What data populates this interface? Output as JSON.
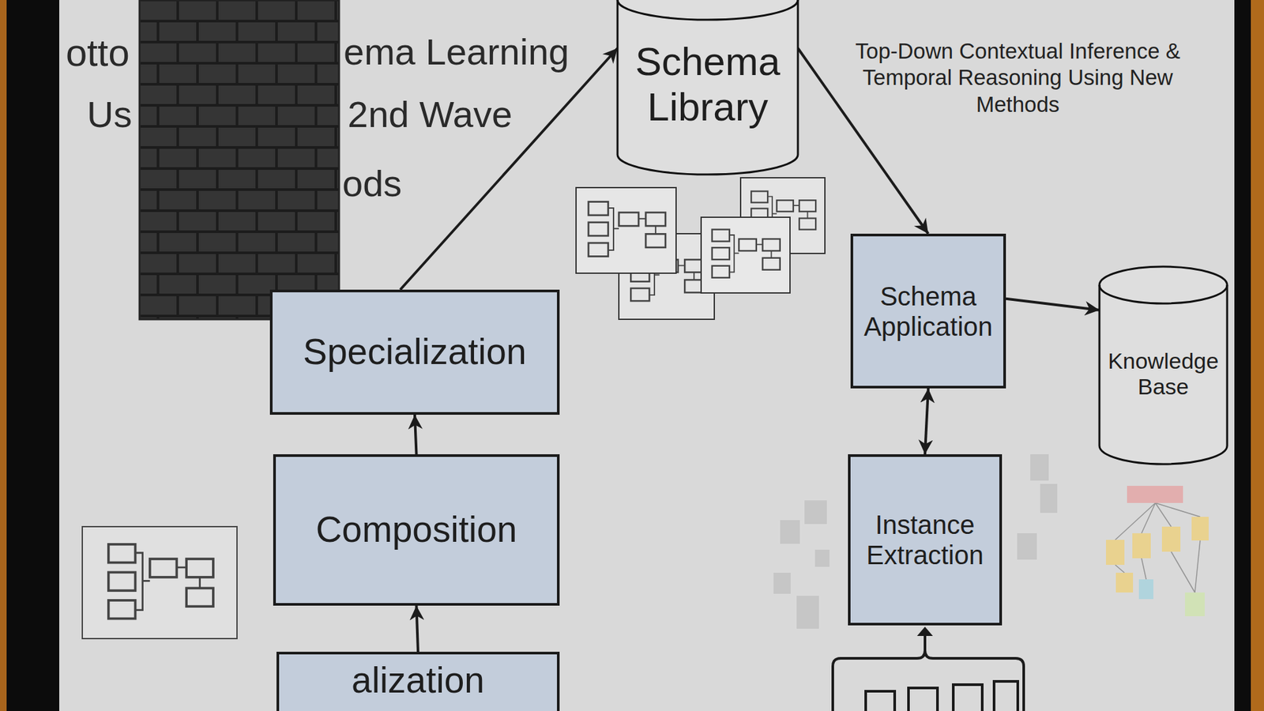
{
  "diagram": {
    "nodes": [
      {
        "text": [
          "Schema Library"
        ]
      },
      {
        "text": [
          "Specialization"
        ]
      },
      {
        "text": [
          "Composition"
        ]
      },
      {
        "text": [
          "alization"
        ]
      },
      {
        "text": [
          "Schema Application"
        ]
      },
      {
        "text": [
          "Knowledge Base"
        ]
      },
      {
        "text": [
          "Instance Extraction"
        ]
      }
    ],
    "edges": [
      {
        "from": 1,
        "to": 0,
        "arrow": "to"
      },
      {
        "from": 0,
        "to": 4,
        "arrow": "to",
        "label": "Top-Down Contextual Inference & Temporal Reasoning Using New Methods"
      },
      {
        "from": 2,
        "to": 1,
        "arrow": "to"
      },
      {
        "from": 3,
        "to": 2,
        "arrow": "to"
      },
      {
        "from": 4,
        "to": 5,
        "arrow": "to"
      },
      {
        "from": 6,
        "to": 4,
        "arrow": "both"
      }
    ],
    "labels": [
      "otto",
      "Us",
      "ema Learning",
      "2nd Wave",
      "ods"
    ]
  }
}
